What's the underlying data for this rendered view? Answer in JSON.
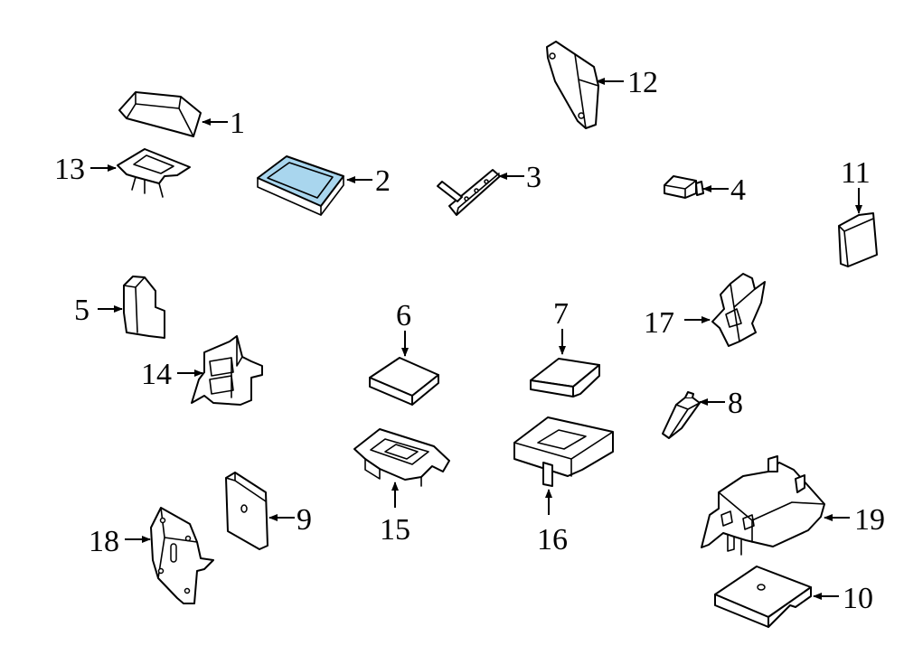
{
  "highlight_color": "#a9d6ee",
  "line_color": "#000000",
  "background_color": "#ffffff",
  "callouts": {
    "c1": "1",
    "c2": "2",
    "c3": "3",
    "c4": "4",
    "c5": "5",
    "c6": "6",
    "c7": "7",
    "c8": "8",
    "c9": "9",
    "c10": "10",
    "c11": "11",
    "c12": "12",
    "c13": "13",
    "c14": "14",
    "c15": "15",
    "c16": "16",
    "c17": "17",
    "c18": "18",
    "c19": "19"
  },
  "highlighted_part": "2"
}
